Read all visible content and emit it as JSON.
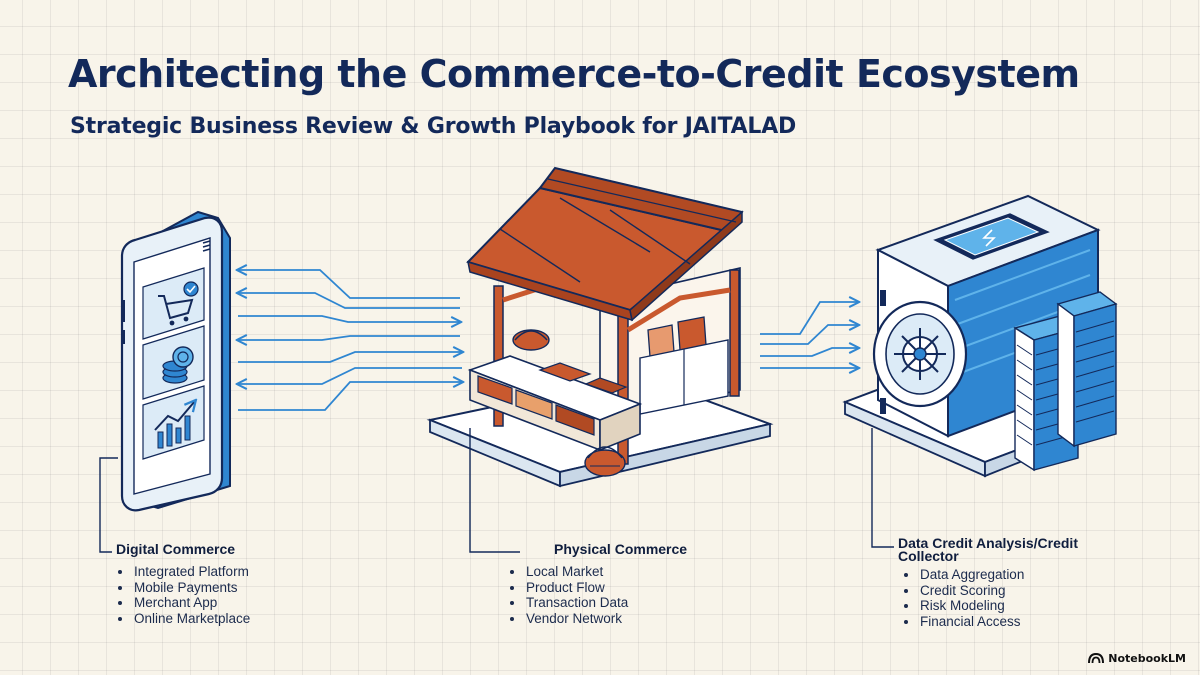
{
  "header": {
    "title": "Architecting the Commerce-to-Credit Ecosystem",
    "subtitle": "Strategic Business Review & Growth Playbook for JAITALAD"
  },
  "nodes": [
    {
      "id": "digital",
      "title": "Digital Commerce",
      "icon": "smartphone-icon",
      "items": [
        "Integrated Platform",
        "Mobile Payments",
        "Merchant App",
        "Online Marketplace"
      ]
    },
    {
      "id": "physical",
      "title": "Physical Commerce",
      "icon": "market-stall-icon",
      "items": [
        "Local Market",
        "Product Flow",
        "Transaction Data",
        "Vendor Network"
      ]
    },
    {
      "id": "credit",
      "title_line1": "Data Credit Analysis/Credit",
      "title_line2": "Collector",
      "icon": "vault-server-icon",
      "items": [
        "Data Aggregation",
        "Credit Scoring",
        "Risk Modeling",
        "Financial Access"
      ]
    }
  ],
  "connections": [
    {
      "from": "physical",
      "to": "digital",
      "style": "bidirectional-arrows"
    },
    {
      "from": "physical",
      "to": "credit",
      "style": "arrows"
    }
  ],
  "colors": {
    "navy": "#13295a",
    "blue": "#2f86d1",
    "light_blue": "#5fb3ea",
    "rust": "#c9592e",
    "background": "#f8f4ea"
  },
  "branding": {
    "logo_text": "NotebookLM"
  }
}
